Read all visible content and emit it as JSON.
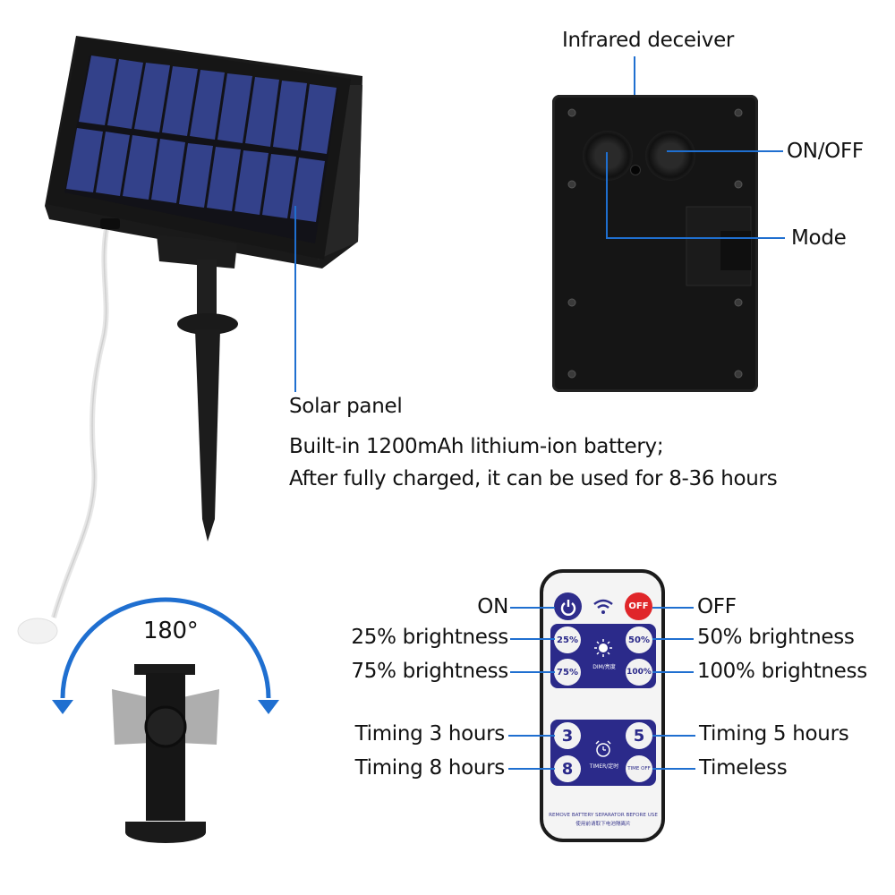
{
  "solar_unit": {
    "label": "Solar panel",
    "description_line1": "Built-in 1200mAh lithium-ion battery;",
    "description_line2": "After fully charged, it can be used for 8-36 hours"
  },
  "back_panel": {
    "callouts": {
      "infrared": "Infrared deceiver",
      "on_off": "ON/OFF",
      "mode": "Mode"
    }
  },
  "rotation": {
    "angle_label": "180°"
  },
  "remote": {
    "buttons": {
      "on": "",
      "off": "OFF",
      "b25": "25%",
      "b50": "50%",
      "b75": "75%",
      "b100": "100%",
      "t3": "3",
      "t5": "5",
      "t8": "8",
      "timeoff": "TIME OFF"
    },
    "dim_caption": "DIM/亮度",
    "timer_caption": "TIMER/定时",
    "footer_line1": "REMOVE BATTERY SEPARATOR BEFORE USE",
    "footer_line2": "使用前请取下电池隔离片",
    "callouts": {
      "on": "ON",
      "off": "OFF",
      "b25": "25% brightness",
      "b50": "50% brightness",
      "b75": "75% brightness",
      "b100": "100% brightness",
      "t3": "Timing 3 hours",
      "t5": "Timing 5 hours",
      "t8": "Timing 8 hours",
      "timeless": "Timeless"
    }
  },
  "colors": {
    "callout_line": "#1f6fd0",
    "remote_panel": "#2b2a8a",
    "off_button": "#e0262a",
    "solar_cell": "#2d3a7a"
  }
}
